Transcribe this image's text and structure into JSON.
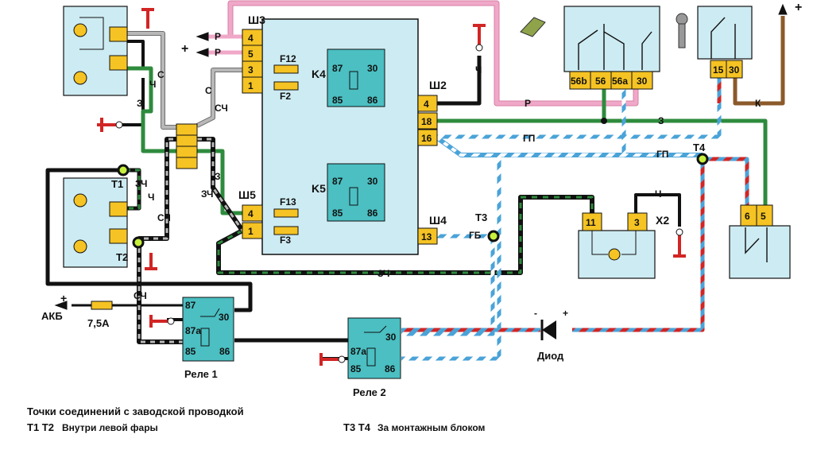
{
  "connectors": {
    "sh3": {
      "label": "Ш3",
      "pins": [
        "4",
        "5",
        "3",
        "1"
      ]
    },
    "sh2": {
      "label": "Ш2",
      "pins": [
        "4",
        "18",
        "16"
      ]
    },
    "sh5": {
      "label": "Ш5",
      "pins": [
        "4",
        "1"
      ]
    },
    "sh4": {
      "label": "Ш4",
      "pins": [
        "13"
      ]
    },
    "sw1": {
      "pins": [
        "56b",
        "56",
        "56a",
        "30"
      ]
    },
    "ign": {
      "pins": [
        "15",
        "30"
      ]
    },
    "sw2": {
      "pins": [
        "6",
        "5"
      ]
    },
    "x2": {
      "label": "X2",
      "pins": [
        "11",
        "3"
      ]
    }
  },
  "fuses": {
    "f12": "F12",
    "f2": "F2",
    "f13": "F13",
    "f3": "F3",
    "main": "7,5A"
  },
  "relays_block": {
    "k4": {
      "label": "K4",
      "pins": [
        "87",
        "30",
        "85",
        "86"
      ]
    },
    "k5": {
      "label": "K5",
      "pins": [
        "87",
        "30",
        "85",
        "86"
      ]
    }
  },
  "relays": {
    "r1": {
      "label": "Реле 1",
      "pins": [
        "87",
        "30",
        "87a",
        "85",
        "86"
      ]
    },
    "r2": {
      "label": "Реле 2",
      "pins": [
        "30",
        "87a",
        "85",
        "86"
      ]
    }
  },
  "wires": {
    "p": "Р",
    "c": "С",
    "z": "З",
    "ch": "Ч",
    "sch": "СЧ",
    "zch": "ЗЧ",
    "gp": "ГП",
    "gb": "ГБ",
    "k": "К"
  },
  "points": {
    "t1": "Т1",
    "t2": "Т2",
    "t3": "Т3",
    "t4": "Т4"
  },
  "misc": {
    "plus": "+",
    "minus": "-",
    "akb": "АКБ",
    "diode": "Диод"
  },
  "notes": {
    "line1": "Точки соединений с заводской проводкой",
    "line2_code": "Т1 Т2",
    "line2_text": "Внутри левой фары",
    "line3_code": "Т3 Т4",
    "line3_text": "За монтажным блоком"
  },
  "colors": {
    "block": "#cdebf2",
    "pin": "#f5c323",
    "pink": "#f0a8c8",
    "green": "#2e8b3d",
    "blue": "#4aa3d8",
    "red": "#d22525",
    "gray": "#9a9a9a",
    "brown": "#8b5a2b",
    "black": "#111111"
  }
}
